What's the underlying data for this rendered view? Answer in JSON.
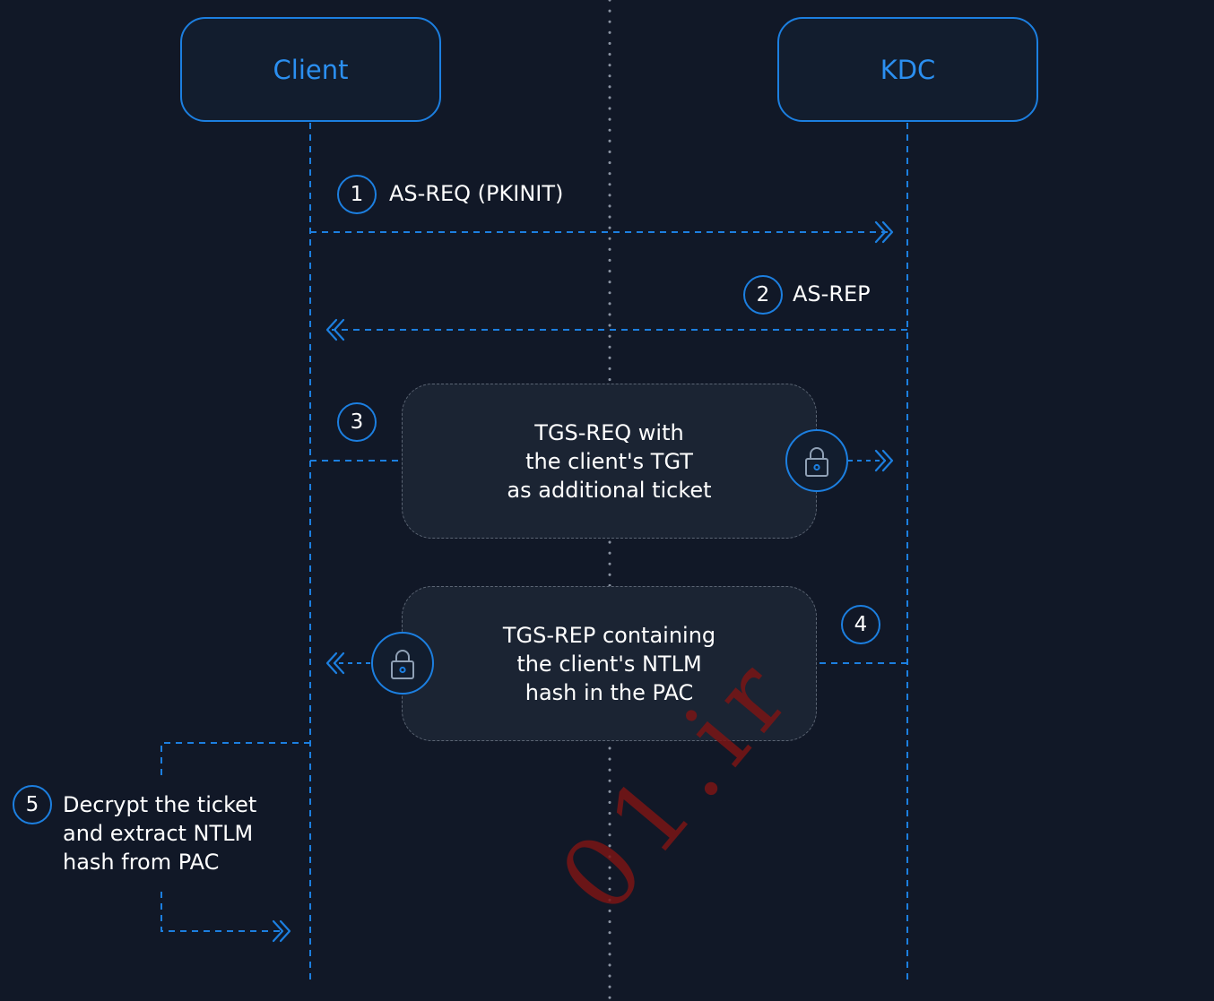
{
  "actors": {
    "client": "Client",
    "kdc": "KDC"
  },
  "steps": [
    {
      "number": "1",
      "label": "AS-REQ (PKINIT)"
    },
    {
      "number": "2",
      "label": "AS-REP"
    },
    {
      "number": "3",
      "label": "TGS-REQ with\nthe client's TGT\nas additional ticket"
    },
    {
      "number": "4",
      "label": "TGS-REP containing\nthe client's NTLM\nhash in the PAC"
    },
    {
      "number": "5",
      "label": "Decrypt the ticket\nand extract NTLM\nhash from PAC"
    }
  ],
  "watermark": "01.ir",
  "colors": {
    "background": "#111827",
    "accent": "#1c7fe0",
    "actor_text": "#2b8ff0",
    "text": "#ffffff",
    "box_border": "#5b6473",
    "watermark": "#7a1515"
  },
  "icons": [
    "lock-icon",
    "double-chevron-right-icon",
    "double-chevron-left-icon"
  ]
}
